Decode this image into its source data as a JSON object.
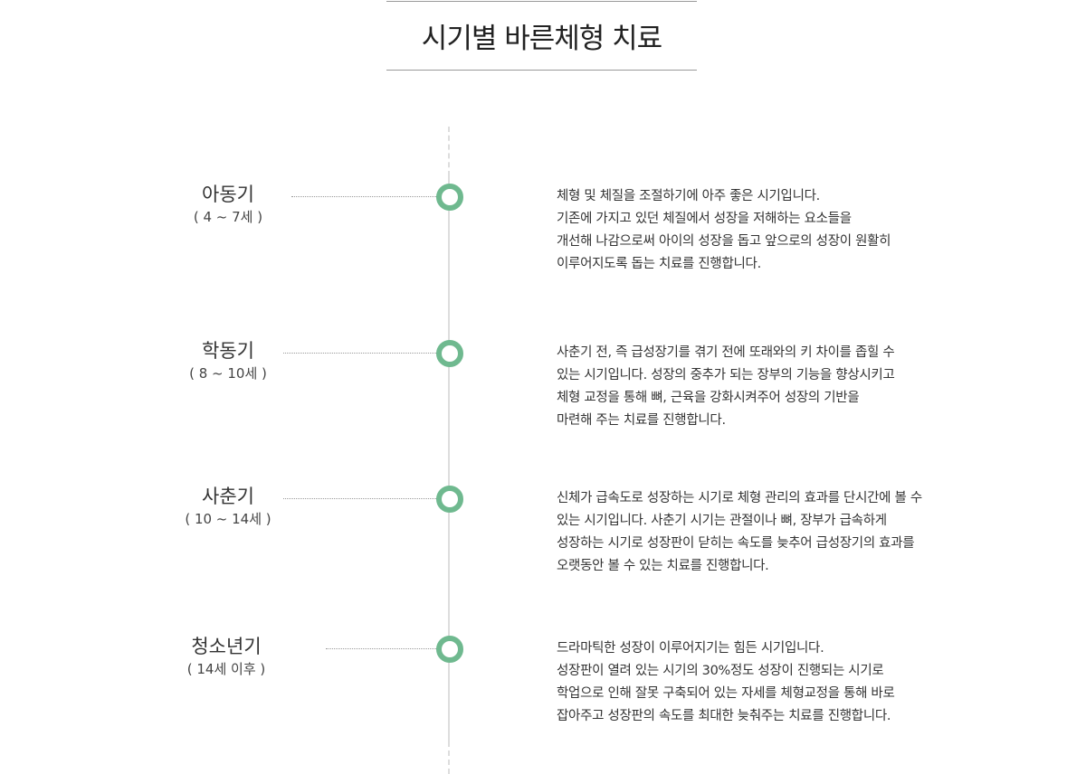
{
  "title": "시기별 바른체형 치료",
  "accent_color": "#6fb98f",
  "stages": [
    {
      "name": "아동기",
      "range": "( 4 ~ 7세 )",
      "lines": [
        "체형 및 체질을 조절하기에 아주 좋은 시기입니다.",
        "기존에 가지고 있던 체질에서 성장을 저해하는 요소들을",
        "개선해 나감으로써 아이의 성장을 돕고 앞으로의 성장이 원활히",
        "이루어지도록 돕는 치료를 진행합니다."
      ]
    },
    {
      "name": "학동기",
      "range": "( 8 ~ 10세 )",
      "lines": [
        "사춘기 전, 즉 급성장기를 겪기 전에 또래와의 키 차이를 좁힐 수",
        "있는 시기입니다. 성장의 중추가 되는 장부의 기능을 향상시키고",
        "체형 교정을 통해 뼈, 근육을 강화시켜주어 성장의 기반을",
        "마련해 주는 치료를 진행합니다."
      ]
    },
    {
      "name": "사춘기",
      "range": "( 10 ~ 14세 )",
      "lines": [
        "신체가 급속도로 성장하는 시기로 체형 관리의 효과를 단시간에 볼 수",
        "있는 시기입니다. 사춘기 시기는 관절이나 뼈, 장부가 급속하게",
        "성장하는 시기로 성장판이 닫히는 속도를 늦추어 급성장기의 효과를",
        "오랫동안 볼 수 있는 치료를 진행합니다."
      ]
    },
    {
      "name": "청소년기",
      "range": "( 14세 이후 )",
      "lines": [
        "드라마틱한 성장이 이루어지기는 힘든 시기입니다.",
        "성장판이 열려 있는 시기의 30%정도 성장이 진행되는 시기로",
        "학업으로 인해 잘못 구축되어 있는 자세를 체형교정을 통해 바로",
        "잡아주고 성장판의 속도를 최대한 늦춰주는 치료를 진행합니다."
      ]
    }
  ]
}
